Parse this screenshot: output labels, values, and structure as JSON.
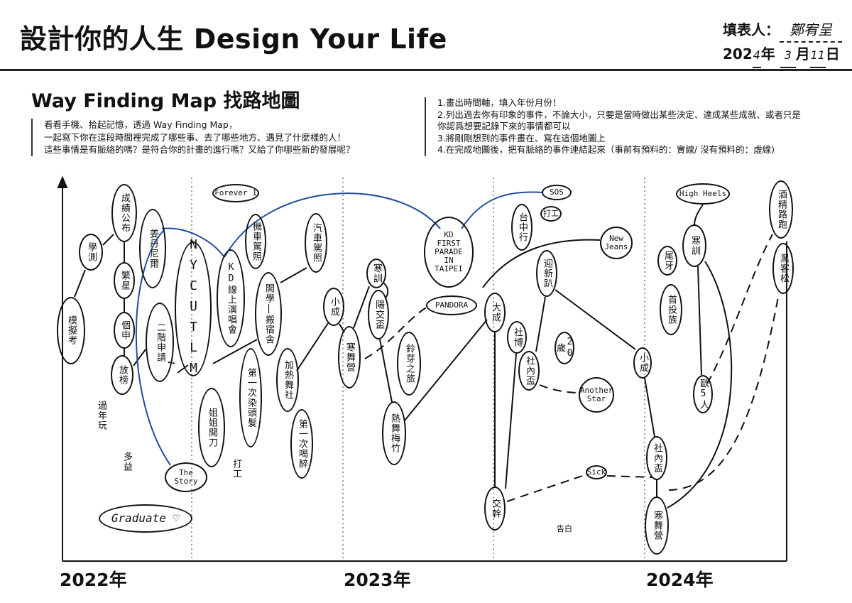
{
  "header": {
    "title": "設計你的人生 Design Your Life",
    "signer_label": "填表人：",
    "signer_name": "鄭宥呈",
    "date_prefix": "202",
    "year_digit": "4",
    "year_label": "年",
    "month": "3",
    "month_label": "月",
    "day": "11",
    "day_label": "日"
  },
  "section": {
    "title": "Way Finding Map 找路地圖",
    "intro": [
      "看看手機、拾起記憶，透過 Way Finding Map，",
      "一起寫下你在這段時間裡完成了哪些事、去了哪些地方、遇見了什麼樣的人！",
      "這些事情是有脈絡的嗎？是符合你的計畫的進行嗎？又給了你哪些新的發展呢？"
    ],
    "steps": [
      "1.畫出時間軸，填入年份月份！",
      "2.列出過去你有印象的事件，不論大小，只要是當時做出某些決定、達成某些成就、或者只是",
      "你認爲想要記錄下來的事情都可以",
      "3.將剛剛想到的事件畫在、寫在這個地圖上",
      "4.在完成地圖後，把有脈絡的事件連結起來（事前有預料的：實線/ 沒有預料的：虛線)"
    ]
  },
  "timeline": {
    "years": [
      "2022年",
      "2023年",
      "2024年"
    ]
  },
  "events": [
    "模擬考",
    "學測",
    "成績公布",
    "繁星",
    "個申",
    "放榜",
    "過年玩",
    "多益",
    "姜丹尼爾",
    "二階申請",
    "NYCUTLM",
    "The\nStory",
    "Graduate ♡",
    "姐姐開刀",
    "打工",
    "Forever 1",
    "KD線上演唱會",
    "機車駕照",
    "第一次染頭髮",
    "開學|搬宿舍",
    "汽車駕照",
    "加熱舞社",
    "第一次喝醉",
    "小成",
    "寒舞營",
    "寒訓",
    "陽交盃",
    "鈴芽之旅",
    "熱舞梅竹",
    "KD\nFIRST\nPARADE\nIN\nTAIPEI",
    "PANDORA",
    "SOS",
    "打工",
    "台中行",
    "New\nJeans",
    "迎新趴",
    "大成",
    "社博",
    "社內盃",
    "20歲",
    "Another\nStar",
    "交幹",
    "告白",
    "Sick",
    "High Heels",
    "寒訓",
    "尾牙",
    "首投族",
    "小成",
    "歐5人",
    "社內盃",
    "寒舞營",
    "酒精路跑",
    "黑客松"
  ]
}
